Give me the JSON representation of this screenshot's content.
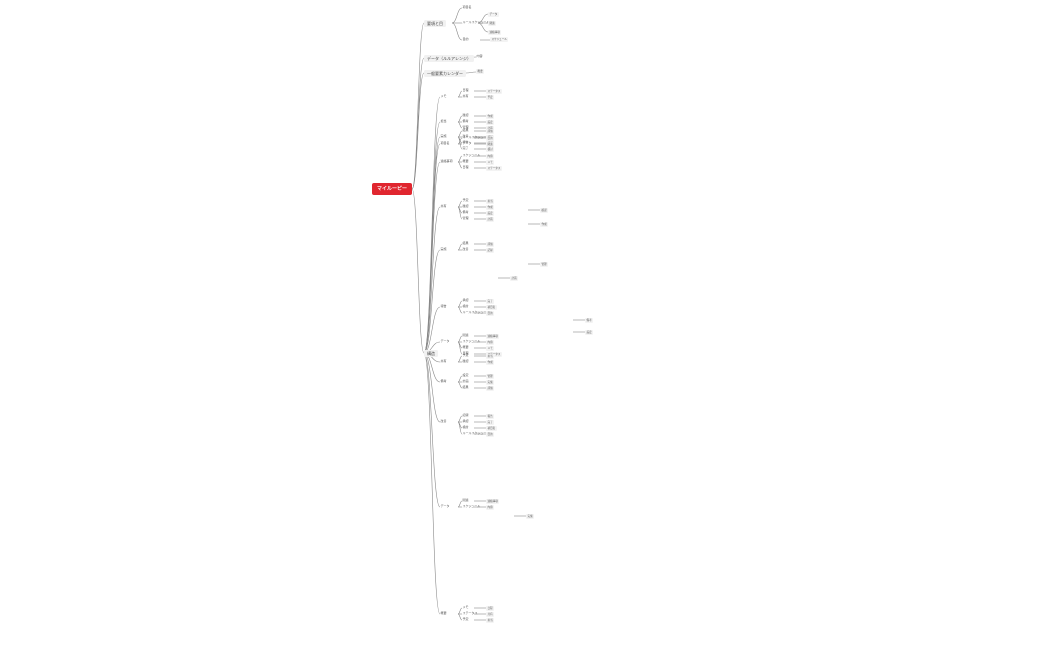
{
  "root": {
    "label": "マイルーピー",
    "color": "#e0262f"
  },
  "branches": [
    {
      "label": "要項と目"
    },
    {
      "label": "データ（ルルアレンジ）"
    },
    {
      "label": "一般要素カレンダー"
    },
    {
      "label": "構造"
    }
  ],
  "leaf_nodes": [
    "項目名",
    "ルールスケジュール",
    "目的",
    "データ",
    "関連",
    "連絡事項",
    "スケジュール",
    "内容",
    "概要",
    "メモ",
    "日程",
    "ステータス",
    "共有",
    "予定",
    "担当",
    "確認",
    "作成",
    "備考",
    "設定",
    "管理",
    "計画",
    "実施",
    "結果",
    "評価",
    "改善",
    "記録",
    "報告",
    "承認",
    "完了",
    "検討"
  ],
  "colors": {
    "line": "#888888",
    "node_bg": "#f3f3f3",
    "root": "#e0262f"
  }
}
